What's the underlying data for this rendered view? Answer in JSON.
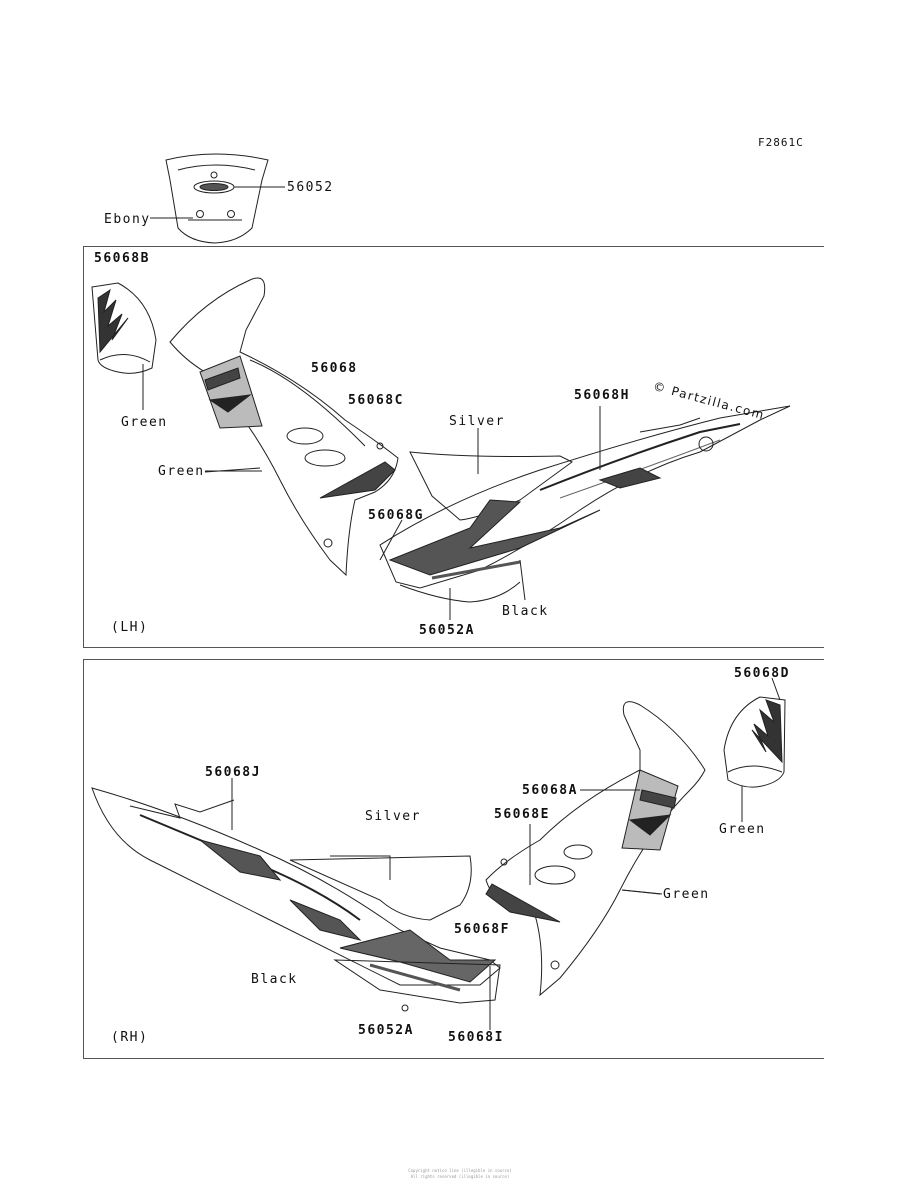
{
  "figure_code": "F2861C",
  "watermark": "© Partzilla.com",
  "top_panel": {
    "part_56052": "56052",
    "ebony": "Ebony"
  },
  "lh_panel": {
    "side": "(LH)",
    "p56068B": "56068B",
    "green_small": "Green",
    "green_main": "Green",
    "p56068": "56068",
    "p56068C": "56068C",
    "silver": "Silver",
    "p56068H": "56068H",
    "p56068G": "56068G",
    "black": "Black",
    "p56052A": "56052A"
  },
  "rh_panel": {
    "side": "(RH)",
    "p56068D": "56068D",
    "green_small": "Green",
    "p56068J": "56068J",
    "p56068A": "56068A",
    "silver": "Silver",
    "p56068E": "56068E",
    "green_main": "Green",
    "p56068F": "56068F",
    "black": "Black",
    "p56052A": "56052A",
    "p56068I": "56068I"
  },
  "footer": {
    "line1": "Copyright notice line (illegible in source)",
    "line2": "All rights reserved (illegible in source)"
  }
}
